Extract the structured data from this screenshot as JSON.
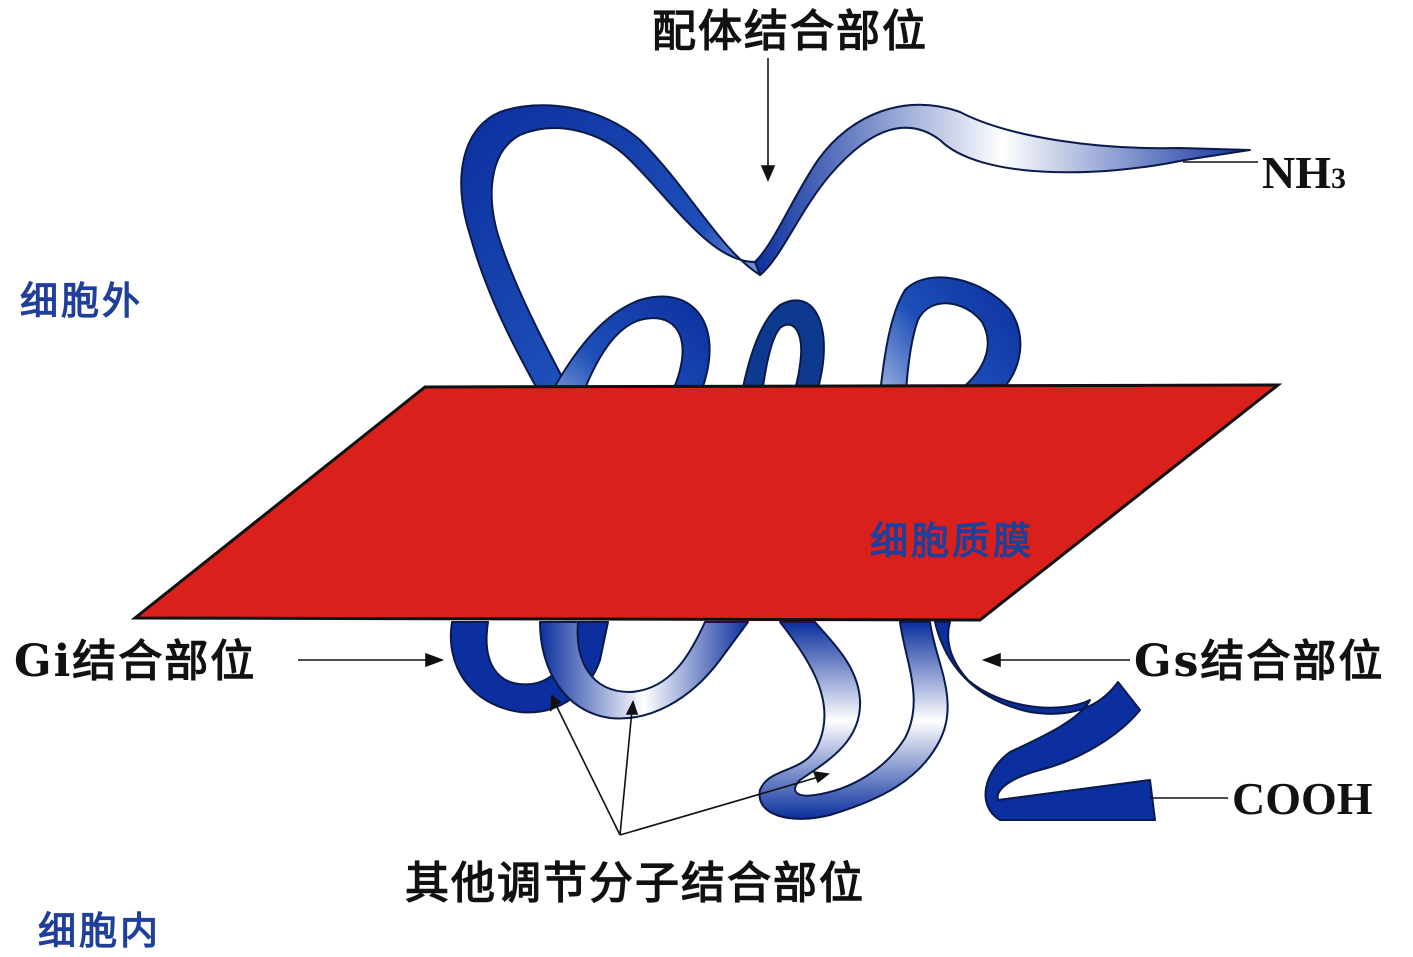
{
  "labels": {
    "ligand_site": "配体结合部位",
    "nh3_main": "NH",
    "nh3_sub": "3",
    "extracellular": "细胞外",
    "membrane": "细胞质膜",
    "gi_site": "Gi结合部位",
    "gs_site": "Gs结合部位",
    "cooh": "COOH",
    "other_sites": "其他调节分子结合部位",
    "intracellular": "细胞内"
  },
  "colors": {
    "membrane": "#d9201a",
    "ribbon_dark": "#0b2f9e",
    "ribbon_light": "#ffffff",
    "label_blue": "#1f3f9a",
    "label_black": "#111111"
  }
}
